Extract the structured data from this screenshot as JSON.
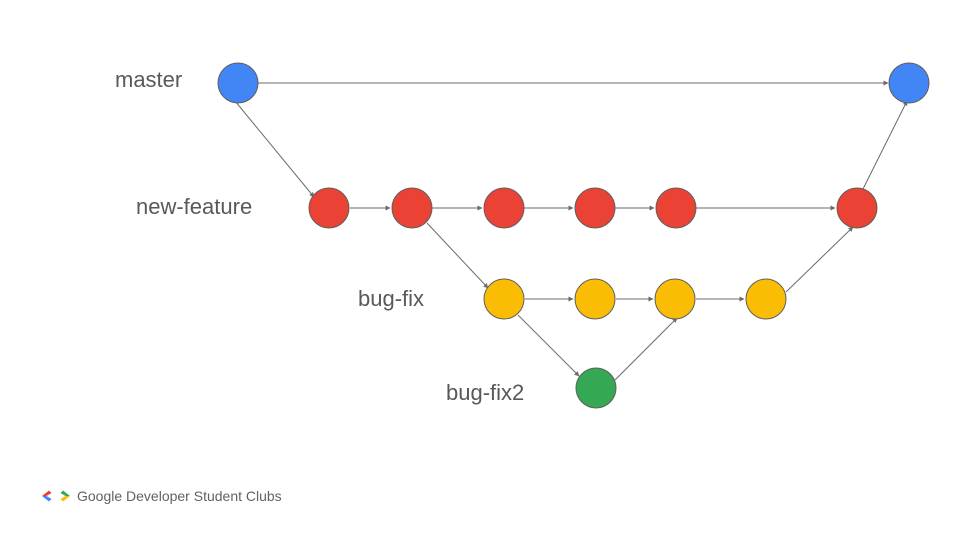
{
  "branches": {
    "master": {
      "label": "master",
      "color": "#4285F4"
    },
    "new_feature": {
      "label": "new-feature",
      "color": "#EA4335"
    },
    "bug_fix": {
      "label": "bug-fix",
      "color": "#FBBC04"
    },
    "bug_fix2": {
      "label": "bug-fix2",
      "color": "#34A853"
    }
  },
  "node_outline_color": "#5f5f5f",
  "edge_color": "#6b6b6b",
  "footer": {
    "logo_icon": "gdsc-brackets-icon",
    "text": "Google Developer Student Clubs"
  }
}
